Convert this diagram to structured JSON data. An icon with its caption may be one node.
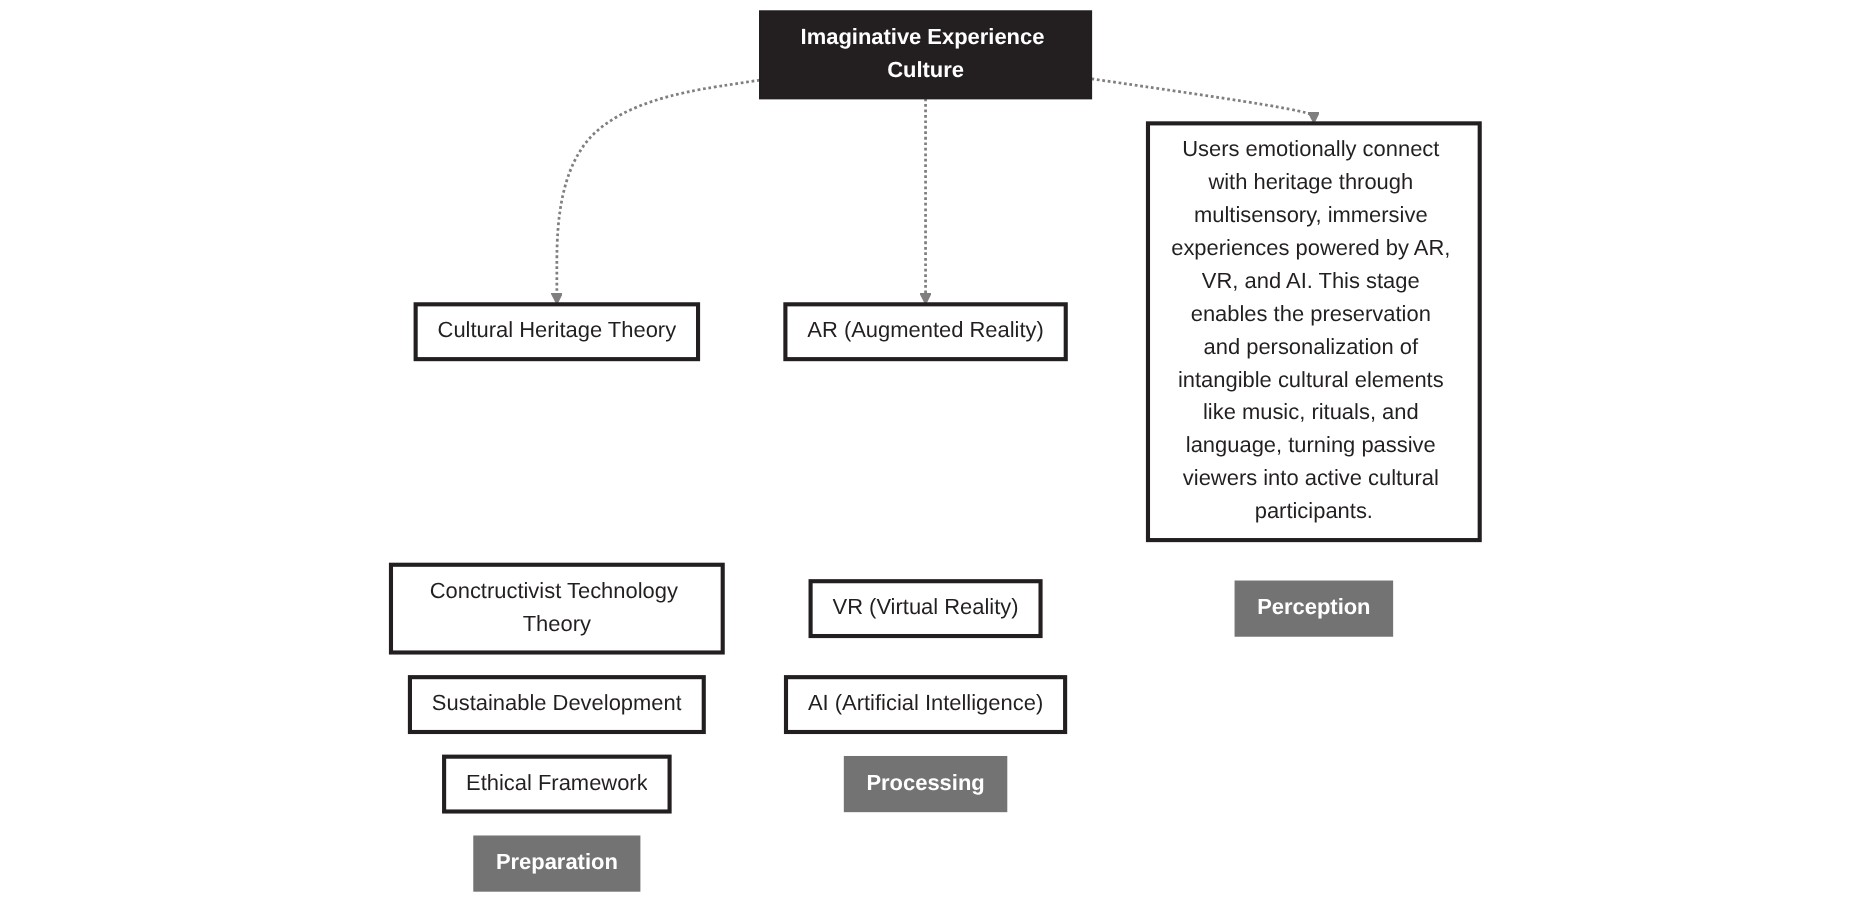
{
  "diagram": {
    "nodes": [
      {
        "text": [
          "Imaginative Experience Culture"
        ]
      },
      {
        "text": [
          "Cultural Heritage Theory"
        ]
      },
      {
        "text": [
          "Conctructivist Technology Theory"
        ]
      },
      {
        "text": [
          "Sustainable Development"
        ]
      },
      {
        "text": [
          "Ethical Framework"
        ]
      },
      {
        "text": [
          "Preparation"
        ]
      },
      {
        "text": [
          "AR (Augmented Reality)"
        ]
      },
      {
        "text": [
          "VR (Virtual Reality)"
        ]
      },
      {
        "text": [
          "AI (Artificial Intelligence)"
        ]
      },
      {
        "text": [
          "Processing"
        ]
      },
      {
        "text": [
          "Users emotionally connect with heritage through multisensory, immersive experiences powered by AR, VR, and AI. This stage enables the preservation and personalization of intangible cultural elements like music, rituals, and language, turning passive viewers into active cultural participants."
        ]
      },
      {
        "text": [
          "Perception"
        ]
      }
    ],
    "edges": [
      {
        "from": 0,
        "to": 1,
        "arrow": "to",
        "style": "dashed"
      },
      {
        "from": 0,
        "to": 6,
        "arrow": "to",
        "style": "dashed"
      },
      {
        "from": 0,
        "to": 10,
        "arrow": "to",
        "style": "dashed"
      }
    ]
  }
}
